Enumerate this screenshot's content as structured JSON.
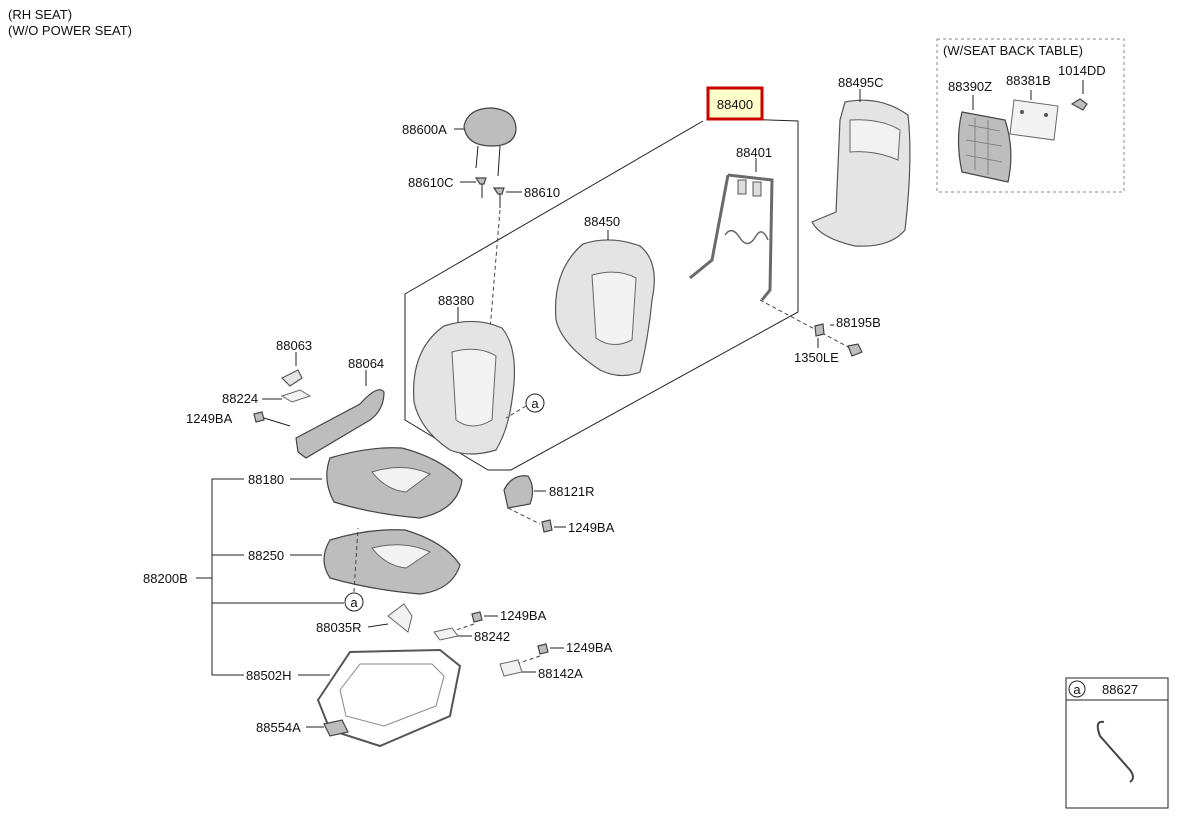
{
  "header": {
    "line1": "(RH SEAT)",
    "line2": "(W/O POWER SEAT)"
  },
  "inset": {
    "title": "(W/SEAT BACK TABLE)"
  },
  "legend": {
    "symbol": "a",
    "part": "88627"
  },
  "highlight_color": "#cc0000",
  "highlight_fill": "#ffffcc",
  "callouts": {
    "p88400": "88400",
    "p88495C": "88495C",
    "p88390Z": "88390Z",
    "p88381B": "88381B",
    "p1014DD": "1014DD",
    "p88600A": "88600A",
    "p88610C": "88610C",
    "p88610": "88610",
    "p88401": "88401",
    "p88450": "88450",
    "p88380": "88380",
    "p88195B": "88195B",
    "p1350LE": "1350LE",
    "p88063": "88063",
    "p88064": "88064",
    "p88224": "88224",
    "p1249BA_1": "1249BA",
    "p88180": "88180",
    "p88121R": "88121R",
    "p1249BA_2": "1249BA",
    "p88250": "88250",
    "p88200B": "88200B",
    "p88035R": "88035R",
    "p1249BA_3": "1249BA",
    "p88242": "88242",
    "p1249BA_4": "1249BA",
    "p88142A": "88142A",
    "p88502H": "88502H",
    "p88554A": "88554A",
    "ref_a_1": "a",
    "ref_a_2": "a"
  }
}
